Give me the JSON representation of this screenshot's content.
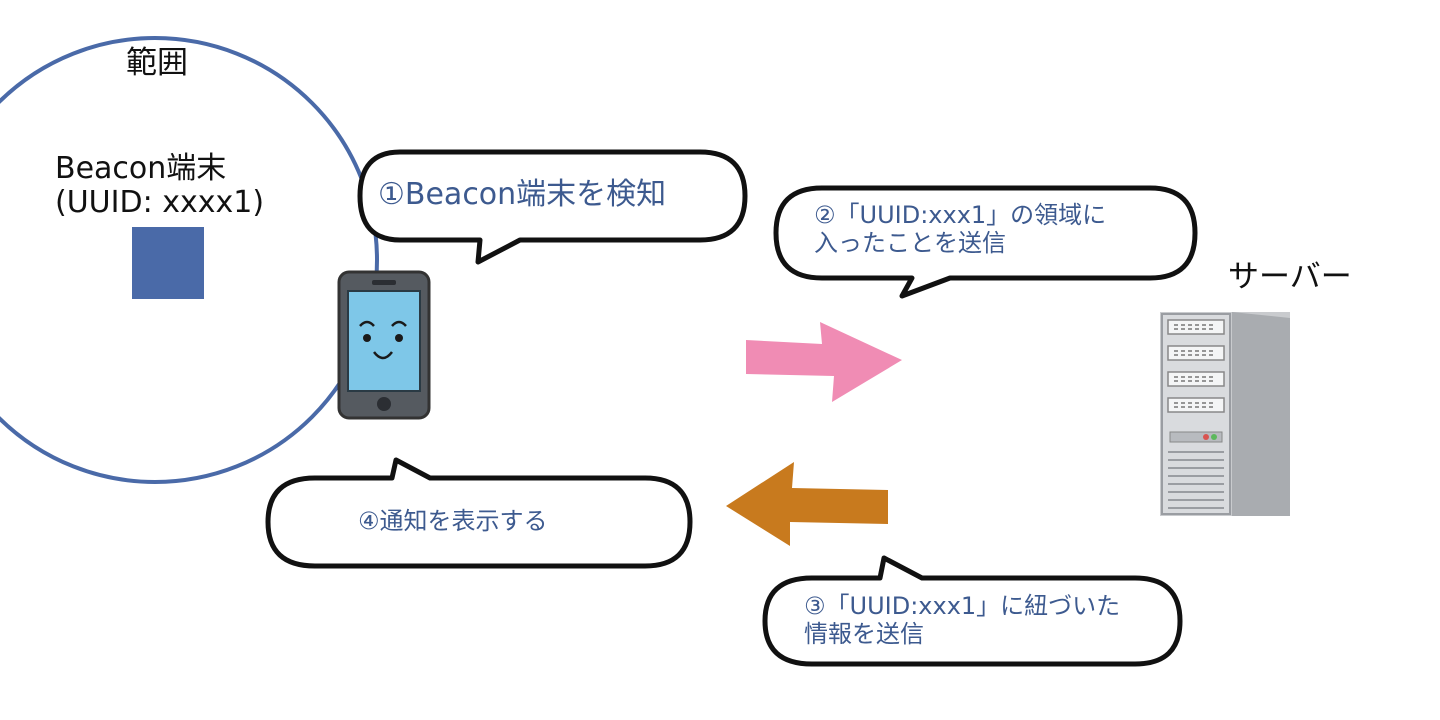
{
  "range": {
    "label": "範囲",
    "beacon_label": "Beacon端末\n(UUID: xxxx1)"
  },
  "server": {
    "label": "サーバー"
  },
  "steps": {
    "step1": "①Beacon端末を検知",
    "step2": "②「UUID:xxx1」の領域に\n入ったことを送信",
    "step3": "③「UUID:xxx1」に紐づいた\n情報を送信",
    "step4": "④通知を表示する"
  },
  "colors": {
    "circle": "#4a6aa8",
    "beacon": "#4a6aa8",
    "bubble_text": "#3d5a8f",
    "arrow_to_server": "#f08cb4",
    "arrow_to_phone": "#c87a1e"
  },
  "icons": {
    "phone": "smartphone-face-icon",
    "server": "server-tower-icon"
  }
}
